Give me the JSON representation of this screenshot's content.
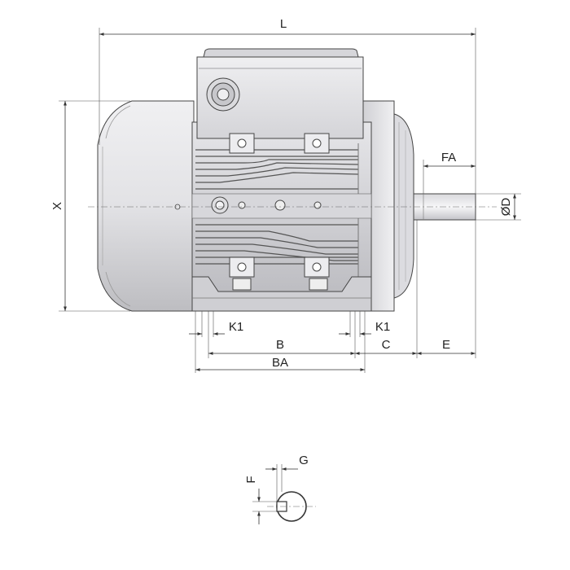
{
  "labels": {
    "L": "L",
    "X": "X",
    "FA": "FA",
    "D": "ØD",
    "K1_left": "K1",
    "K1_right": "K1",
    "B": "B",
    "BA": "BA",
    "C": "C",
    "E": "E",
    "G": "G",
    "F": "F"
  },
  "colors": {
    "body_light": "#e8e8ea",
    "body_mid": "#c9c9cc",
    "body_dark": "#8e8e92",
    "outline": "#444444",
    "dimension": "#333333"
  }
}
